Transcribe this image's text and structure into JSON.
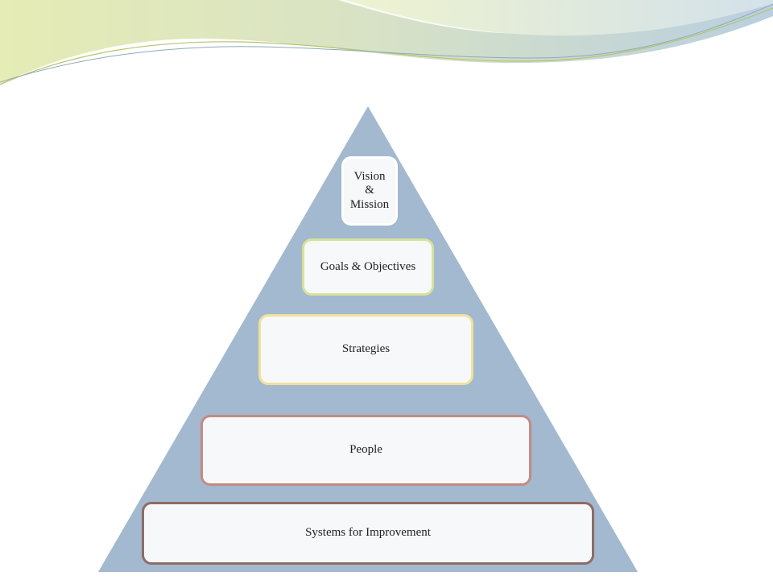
{
  "colors": {
    "background": "#ffffff",
    "pyramid_fill": "#a2b9cf",
    "wave_green": "#dfe8a8",
    "wave_blue": "#c5d6e4",
    "wave_gray": "#b7c7c9"
  },
  "pyramid": {
    "tiers": [
      {
        "label": "Vision\n&\nMission",
        "border_color": "#ffffff"
      },
      {
        "label": "Goals & Objectives",
        "border_color": "#d6e29a"
      },
      {
        "label": "Strategies",
        "border_color": "#f2e19a"
      },
      {
        "label": "People",
        "border_color": "#c48a82"
      },
      {
        "label": "Systems for Improvement",
        "border_color": "#8e6b66"
      }
    ]
  }
}
